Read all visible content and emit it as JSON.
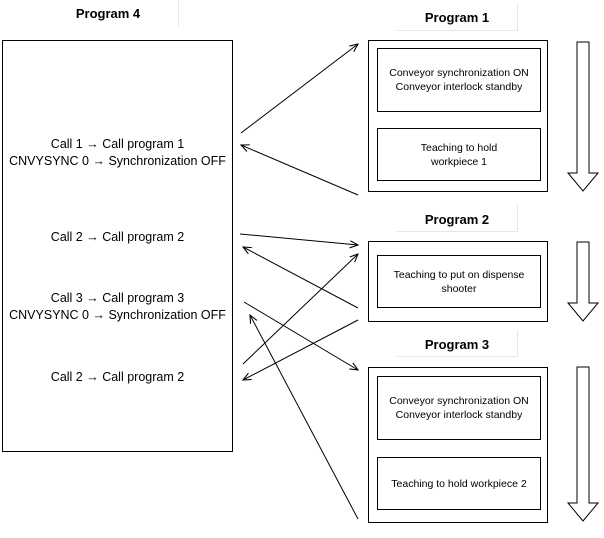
{
  "program4": {
    "title": "Program 4",
    "calls": [
      {
        "line1": "Call 1 → Call program 1",
        "line2": "CNVYSYNC 0 → Synchronization OFF"
      },
      {
        "line1": "Call 2 → Call program 2",
        "line2": ""
      },
      {
        "line1": "Call 3 → Call program 3",
        "line2": "CNVYSYNC 0 → Synchronization OFF"
      },
      {
        "line1": "Call 2 → Call program 2",
        "line2": ""
      }
    ]
  },
  "program1": {
    "title": "Program 1",
    "step1_line1": "Conveyor synchronization ON",
    "step1_line2": "Conveyor interlock standby",
    "step2_line1": "Teaching to hold",
    "step2_line2": "workpiece 1"
  },
  "program2": {
    "title": "Program 2",
    "step1_line1": "Teaching to put on dispense",
    "step1_line2": "shooter"
  },
  "program3": {
    "title": "Program 3",
    "step1_line1": "Conveyor synchronization ON",
    "step1_line2": "Conveyor interlock standby",
    "step2_line1": "Teaching to hold workpiece 2"
  }
}
